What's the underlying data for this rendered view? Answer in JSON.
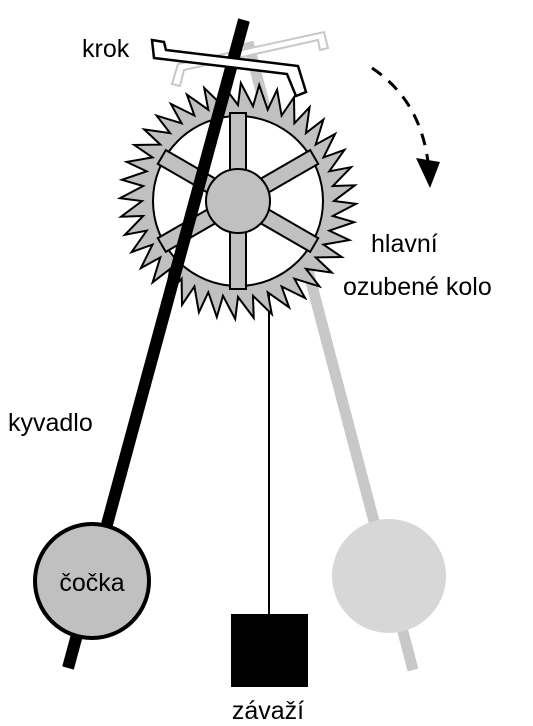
{
  "labels": {
    "krok": "krok",
    "main_wheel_line1": "hlavní",
    "main_wheel_line2": "ozubené kolo",
    "pendulum": "kyvadlo",
    "bob": "čočka",
    "weight": "závaží"
  },
  "colors": {
    "dark": "#000000",
    "ghost_rod": "#c8c8c8",
    "ghost_bob": "#d7d7d7",
    "wheel_fill": "#c0c0c0",
    "bob_fill": "#c0c0c0",
    "weight_fill": "#000000",
    "background": "#ffffff"
  },
  "wheel": {
    "teeth": 40,
    "spokes": 6
  },
  "rotation_arrow": {
    "direction": "clockwise",
    "style": "dashed"
  }
}
